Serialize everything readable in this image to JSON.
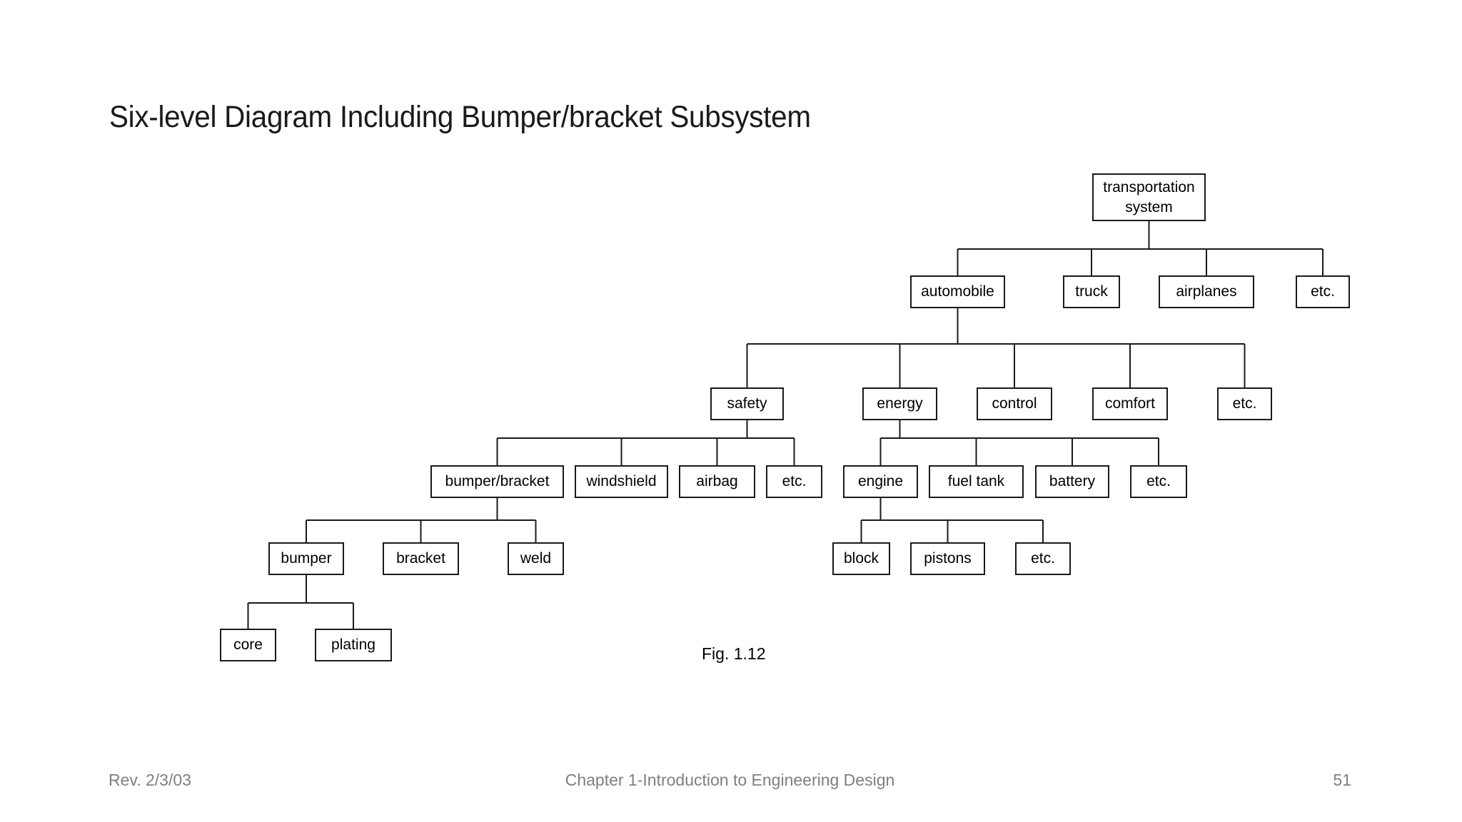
{
  "slide": {
    "title": "Six-level Diagram Including Bumper/bracket Subsystem"
  },
  "diagram": {
    "nodes": [
      {
        "id": "transportation-system",
        "label": "transportation system",
        "parent": null,
        "level": 1
      },
      {
        "id": "automobile",
        "label": "automobile",
        "parent": "transportation-system",
        "level": 2
      },
      {
        "id": "truck",
        "label": "truck",
        "parent": "transportation-system",
        "level": 2
      },
      {
        "id": "airplanes",
        "label": "airplanes",
        "parent": "transportation-system",
        "level": 2
      },
      {
        "id": "etc-transportation",
        "label": "etc.",
        "parent": "transportation-system",
        "level": 2
      },
      {
        "id": "safety",
        "label": "safety",
        "parent": "automobile",
        "level": 3
      },
      {
        "id": "energy",
        "label": "energy",
        "parent": "automobile",
        "level": 3
      },
      {
        "id": "control",
        "label": "control",
        "parent": "automobile",
        "level": 3
      },
      {
        "id": "comfort",
        "label": "comfort",
        "parent": "automobile",
        "level": 3
      },
      {
        "id": "etc-automobile",
        "label": "etc.",
        "parent": "automobile",
        "level": 3
      },
      {
        "id": "bumper-bracket",
        "label": "bumper/bracket",
        "parent": "safety",
        "level": 4
      },
      {
        "id": "windshield",
        "label": "windshield",
        "parent": "safety",
        "level": 4
      },
      {
        "id": "airbag",
        "label": "airbag",
        "parent": "safety",
        "level": 4
      },
      {
        "id": "etc-safety",
        "label": "etc.",
        "parent": "safety",
        "level": 4
      },
      {
        "id": "engine",
        "label": "engine",
        "parent": "energy",
        "level": 4
      },
      {
        "id": "fuel-tank",
        "label": "fuel tank",
        "parent": "energy",
        "level": 4
      },
      {
        "id": "battery",
        "label": "battery",
        "parent": "energy",
        "level": 4
      },
      {
        "id": "etc-energy",
        "label": "etc.",
        "parent": "energy",
        "level": 4
      },
      {
        "id": "bumper",
        "label": "bumper",
        "parent": "bumper-bracket",
        "level": 5
      },
      {
        "id": "bracket",
        "label": "bracket",
        "parent": "bumper-bracket",
        "level": 5
      },
      {
        "id": "weld",
        "label": "weld",
        "parent": "bumper-bracket",
        "level": 5
      },
      {
        "id": "block",
        "label": "block",
        "parent": "engine",
        "level": 5
      },
      {
        "id": "pistons",
        "label": "pistons",
        "parent": "engine",
        "level": 5
      },
      {
        "id": "etc-engine",
        "label": "etc.",
        "parent": "engine",
        "level": 5
      },
      {
        "id": "core",
        "label": "core",
        "parent": "bumper",
        "level": 6
      },
      {
        "id": "plating",
        "label": "plating",
        "parent": "bumper",
        "level": 6
      }
    ]
  },
  "figure": {
    "caption": "Fig. 1.12"
  },
  "footer": {
    "revision": "Rev. 2/3/03",
    "chapter": "Chapter 1-Introduction to Engineering Design",
    "page_number": "51"
  },
  "colors": {
    "background": "#ffffff",
    "box_border": "#1a1a1a",
    "connector": "#1a1a1a",
    "node_text": "#000000",
    "title_text": "#1a1a1a",
    "footer_text": "#7f7f7f"
  }
}
